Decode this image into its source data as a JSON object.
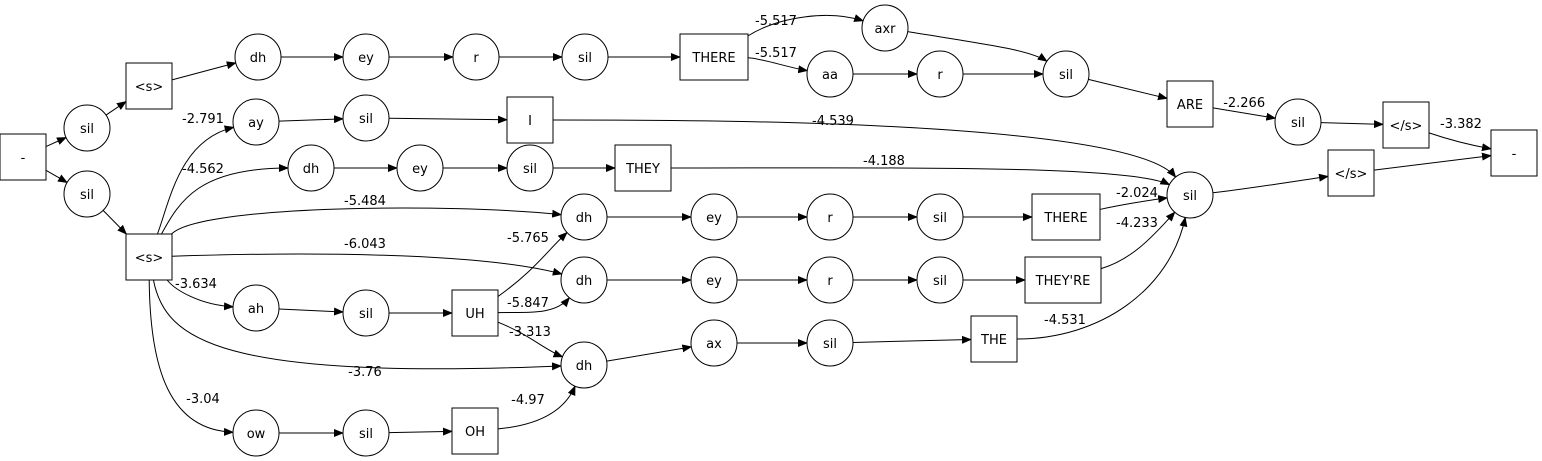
{
  "lattice": {
    "nodes": [
      {
        "id": "start",
        "label": "-",
        "shape": "box"
      },
      {
        "id": "sil_a",
        "label": "sil",
        "shape": "circle"
      },
      {
        "id": "sil_b",
        "label": "sil",
        "shape": "circle"
      },
      {
        "id": "s_top",
        "label": "<s>",
        "shape": "box"
      },
      {
        "id": "s_main",
        "label": "<s>",
        "shape": "box"
      },
      {
        "id": "dh1",
        "label": "dh",
        "shape": "circle"
      },
      {
        "id": "ey1",
        "label": "ey",
        "shape": "circle"
      },
      {
        "id": "r1",
        "label": "r",
        "shape": "circle"
      },
      {
        "id": "sil1",
        "label": "sil",
        "shape": "circle"
      },
      {
        "id": "there1",
        "label": "THERE",
        "shape": "box"
      },
      {
        "id": "axr",
        "label": "axr",
        "shape": "circle"
      },
      {
        "id": "aa",
        "label": "aa",
        "shape": "circle"
      },
      {
        "id": "r_aa",
        "label": "r",
        "shape": "circle"
      },
      {
        "id": "sil_are",
        "label": "sil",
        "shape": "circle"
      },
      {
        "id": "are",
        "label": "ARE",
        "shape": "box"
      },
      {
        "id": "sil_end1",
        "label": "sil",
        "shape": "circle"
      },
      {
        "id": "send1",
        "label": "</s>",
        "shape": "box"
      },
      {
        "id": "end",
        "label": "-",
        "shape": "box"
      },
      {
        "id": "ay",
        "label": "ay",
        "shape": "circle"
      },
      {
        "id": "sil_ay",
        "label": "sil",
        "shape": "circle"
      },
      {
        "id": "i_word",
        "label": "I",
        "shape": "box"
      },
      {
        "id": "dh2",
        "label": "dh",
        "shape": "circle"
      },
      {
        "id": "ey2",
        "label": "ey",
        "shape": "circle"
      },
      {
        "id": "sil2",
        "label": "sil",
        "shape": "circle"
      },
      {
        "id": "they",
        "label": "THEY",
        "shape": "box"
      },
      {
        "id": "sil_hub",
        "label": "sil",
        "shape": "circle"
      },
      {
        "id": "send2",
        "label": "</s>",
        "shape": "box"
      },
      {
        "id": "dh3",
        "label": "dh",
        "shape": "circle"
      },
      {
        "id": "ey3",
        "label": "ey",
        "shape": "circle"
      },
      {
        "id": "r3",
        "label": "r",
        "shape": "circle"
      },
      {
        "id": "sil3",
        "label": "sil",
        "shape": "circle"
      },
      {
        "id": "there3",
        "label": "THERE",
        "shape": "box"
      },
      {
        "id": "dh4",
        "label": "dh",
        "shape": "circle"
      },
      {
        "id": "ey4",
        "label": "ey",
        "shape": "circle"
      },
      {
        "id": "r4",
        "label": "r",
        "shape": "circle"
      },
      {
        "id": "sil4",
        "label": "sil",
        "shape": "circle"
      },
      {
        "id": "theyre",
        "label": "THEY'RE",
        "shape": "box"
      },
      {
        "id": "ah",
        "label": "ah",
        "shape": "circle"
      },
      {
        "id": "sil_ah",
        "label": "sil",
        "shape": "circle"
      },
      {
        "id": "uh",
        "label": "UH",
        "shape": "box"
      },
      {
        "id": "dh5",
        "label": "dh",
        "shape": "circle"
      },
      {
        "id": "ax",
        "label": "ax",
        "shape": "circle"
      },
      {
        "id": "sil5",
        "label": "sil",
        "shape": "circle"
      },
      {
        "id": "the",
        "label": "THE",
        "shape": "box"
      },
      {
        "id": "ow",
        "label": "ow",
        "shape": "circle"
      },
      {
        "id": "sil_ow",
        "label": "sil",
        "shape": "circle"
      },
      {
        "id": "oh",
        "label": "OH",
        "shape": "box"
      }
    ],
    "edges": [
      {
        "from": "start",
        "to": "sil_a",
        "label": ""
      },
      {
        "from": "start",
        "to": "sil_b",
        "label": ""
      },
      {
        "from": "sil_a",
        "to": "s_top",
        "label": ""
      },
      {
        "from": "sil_b",
        "to": "s_main",
        "label": ""
      },
      {
        "from": "s_top",
        "to": "dh1",
        "label": ""
      },
      {
        "from": "dh1",
        "to": "ey1",
        "label": ""
      },
      {
        "from": "ey1",
        "to": "r1",
        "label": ""
      },
      {
        "from": "r1",
        "to": "sil1",
        "label": ""
      },
      {
        "from": "sil1",
        "to": "there1",
        "label": ""
      },
      {
        "from": "there1",
        "to": "axr",
        "label": "-5.517"
      },
      {
        "from": "there1",
        "to": "aa",
        "label": "-5.517"
      },
      {
        "from": "axr",
        "to": "sil_are",
        "label": ""
      },
      {
        "from": "aa",
        "to": "r_aa",
        "label": ""
      },
      {
        "from": "r_aa",
        "to": "sil_are",
        "label": ""
      },
      {
        "from": "sil_are",
        "to": "are",
        "label": ""
      },
      {
        "from": "are",
        "to": "sil_end1",
        "label": "-2.266"
      },
      {
        "from": "sil_end1",
        "to": "send1",
        "label": ""
      },
      {
        "from": "send1",
        "to": "end",
        "label": "-3.382"
      },
      {
        "from": "s_main",
        "to": "ay",
        "label": "-2.791"
      },
      {
        "from": "ay",
        "to": "sil_ay",
        "label": ""
      },
      {
        "from": "sil_ay",
        "to": "i_word",
        "label": ""
      },
      {
        "from": "i_word",
        "to": "sil_hub",
        "label": "-4.539"
      },
      {
        "from": "s_main",
        "to": "dh2",
        "label": "-4.562"
      },
      {
        "from": "dh2",
        "to": "ey2",
        "label": ""
      },
      {
        "from": "ey2",
        "to": "sil2",
        "label": ""
      },
      {
        "from": "sil2",
        "to": "they",
        "label": ""
      },
      {
        "from": "they",
        "to": "sil_hub",
        "label": "-4.188"
      },
      {
        "from": "s_main",
        "to": "dh3",
        "label": "-5.484"
      },
      {
        "from": "dh3",
        "to": "ey3",
        "label": ""
      },
      {
        "from": "ey3",
        "to": "r3",
        "label": ""
      },
      {
        "from": "r3",
        "to": "sil3",
        "label": ""
      },
      {
        "from": "sil3",
        "to": "there3",
        "label": ""
      },
      {
        "from": "there3",
        "to": "sil_hub",
        "label": "-2.024"
      },
      {
        "from": "s_main",
        "to": "dh4",
        "label": "-6.043"
      },
      {
        "from": "dh4",
        "to": "ey4",
        "label": ""
      },
      {
        "from": "ey4",
        "to": "r4",
        "label": ""
      },
      {
        "from": "r4",
        "to": "sil4",
        "label": ""
      },
      {
        "from": "sil4",
        "to": "theyre",
        "label": ""
      },
      {
        "from": "theyre",
        "to": "sil_hub",
        "label": "-4.233"
      },
      {
        "from": "s_main",
        "to": "ah",
        "label": "-3.634"
      },
      {
        "from": "ah",
        "to": "sil_ah",
        "label": ""
      },
      {
        "from": "sil_ah",
        "to": "uh",
        "label": ""
      },
      {
        "from": "uh",
        "to": "dh3",
        "label": "-5.765"
      },
      {
        "from": "uh",
        "to": "dh4",
        "label": "-5.847"
      },
      {
        "from": "uh",
        "to": "dh5",
        "label": "-3.313"
      },
      {
        "from": "s_main",
        "to": "dh5",
        "label": "-3.76"
      },
      {
        "from": "dh5",
        "to": "ax",
        "label": ""
      },
      {
        "from": "ax",
        "to": "sil5",
        "label": ""
      },
      {
        "from": "sil5",
        "to": "the",
        "label": ""
      },
      {
        "from": "the",
        "to": "sil_hub",
        "label": "-4.531"
      },
      {
        "from": "s_main",
        "to": "ow",
        "label": "-3.04"
      },
      {
        "from": "ow",
        "to": "sil_ow",
        "label": ""
      },
      {
        "from": "sil_ow",
        "to": "oh",
        "label": ""
      },
      {
        "from": "oh",
        "to": "dh5",
        "label": "-4.97"
      },
      {
        "from": "sil_hub",
        "to": "send2",
        "label": ""
      },
      {
        "from": "send2",
        "to": "end",
        "label": ""
      }
    ]
  }
}
